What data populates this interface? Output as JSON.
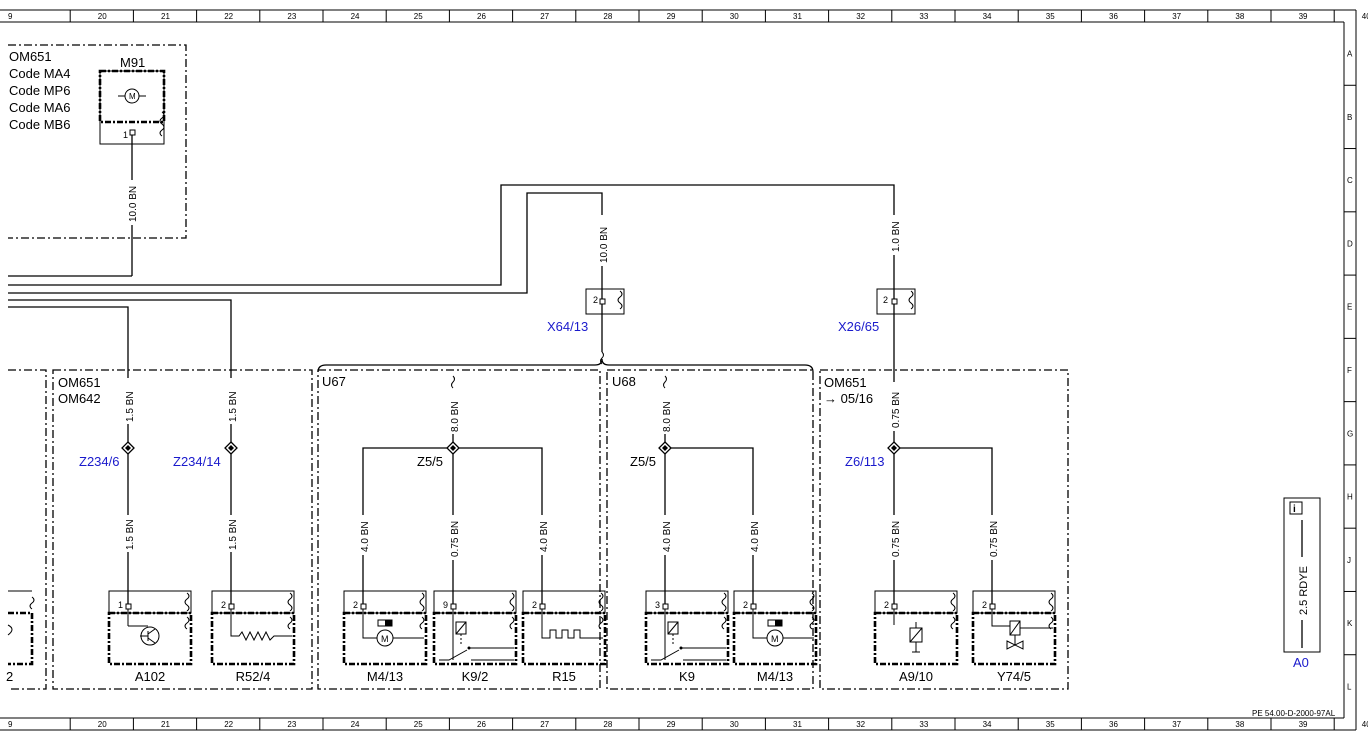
{
  "frame": {
    "columns": [
      "9",
      "20",
      "21",
      "22",
      "23",
      "24",
      "25",
      "26",
      "27",
      "28",
      "29",
      "30",
      "31",
      "32",
      "33",
      "34",
      "35",
      "36",
      "37",
      "38",
      "39",
      "40"
    ],
    "rows": [
      "A",
      "B",
      "C",
      "D",
      "E",
      "F",
      "G",
      "H",
      "J",
      "K",
      "L"
    ],
    "doc_id": "PE 54.00-D-2000-97AL"
  },
  "top_block": {
    "codes": [
      "OM651",
      "Code MA4",
      "Code MP6",
      "Code MA6",
      "Code MB6"
    ],
    "component": "M91",
    "pin": "1",
    "wire": "10.0 BN"
  },
  "connectors": {
    "x64": {
      "label": "X64/13",
      "pin": "2",
      "wire": "10.0 BN"
    },
    "x26": {
      "label": "X26/65",
      "pin": "2",
      "wire": "1.0 BN"
    }
  },
  "blocks": {
    "om_left": {
      "lines": [
        "OM651",
        "OM642"
      ]
    },
    "u67": {
      "label": "U67"
    },
    "u68": {
      "label": "U68"
    },
    "om_right": {
      "lines": [
        "OM651",
        "→ 05/16"
      ]
    }
  },
  "splices": {
    "z234_6": {
      "label": "Z234/6",
      "wire_top": "1.5 BN",
      "wire_bottom": "1.5 BN"
    },
    "z234_14": {
      "label": "Z234/14",
      "wire_top": "1.5 BN",
      "wire_bottom": "1.5 BN"
    },
    "z5_5a": {
      "label": "Z5/5",
      "wire_top": "8.0 BN",
      "wires": [
        "4.0 BN",
        "0.75 BN",
        "4.0 BN"
      ]
    },
    "z5_5b": {
      "label": "Z5/5",
      "wire_top": "8.0 BN",
      "wires": [
        "4.0 BN",
        "4.0 BN"
      ]
    },
    "z6_113": {
      "label": "Z6/113",
      "wire_top": "0.75 BN",
      "wires": [
        "0.75 BN",
        "0.75 BN"
      ]
    }
  },
  "components": [
    {
      "name": "A102",
      "pin": "1",
      "symbol": "transistor"
    },
    {
      "name": "R52/4",
      "pin": "2",
      "symbol": "resistor"
    },
    {
      "name": "M4/13",
      "pin": "2",
      "symbol": "motor"
    },
    {
      "name": "K9/2",
      "pin": "9",
      "symbol": "relay"
    },
    {
      "name": "R15",
      "pin": "2",
      "symbol": "heater"
    },
    {
      "name": "K9",
      "pin": "3",
      "symbol": "relay"
    },
    {
      "name": "M4/13",
      "pin": "2",
      "symbol": "motor"
    },
    {
      "name": "A9/10",
      "pin": "2",
      "symbol": "solenoid"
    },
    {
      "name": "Y74/5",
      "pin": "2",
      "symbol": "valve"
    }
  ],
  "legend": {
    "wire": "2.5 RDYE",
    "label": "A0"
  }
}
